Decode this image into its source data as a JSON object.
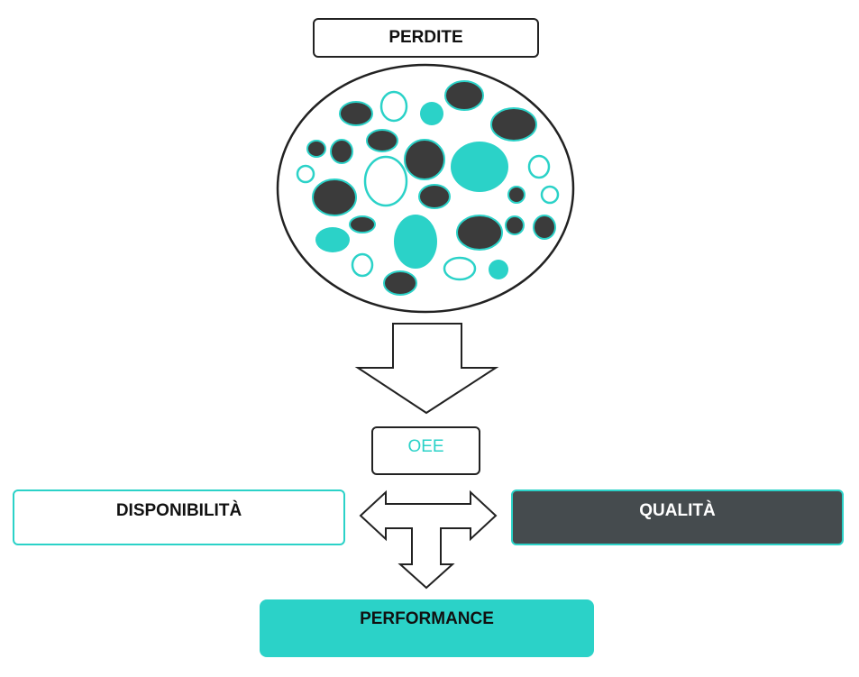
{
  "nodes": {
    "perdite": "PERDITE",
    "oee": "OEE",
    "disponibilita": "DISPONIBILITÀ",
    "qualita": "QUALITÀ",
    "performance": "PERFORMANCE"
  },
  "colors": {
    "accent": "#2bd2c8",
    "dark": "#3b3b3b",
    "outline": "#222222",
    "qualita_fill": "#454b4e"
  }
}
